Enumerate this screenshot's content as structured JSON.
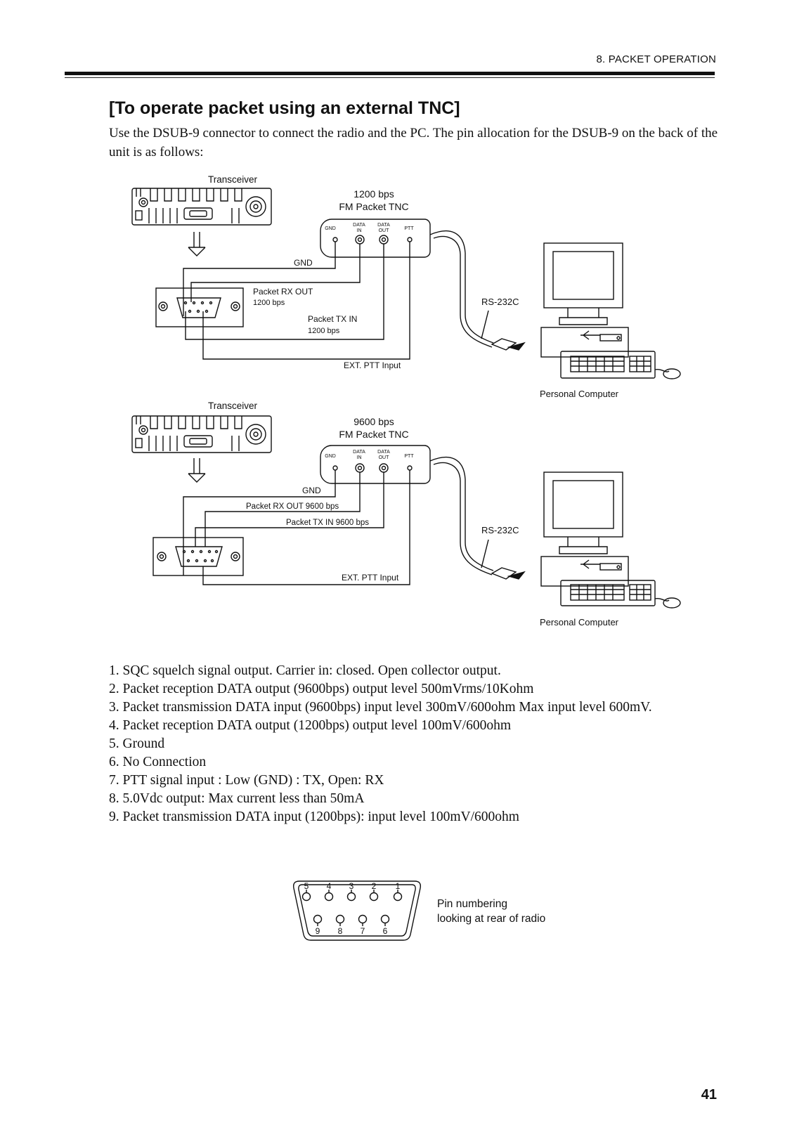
{
  "header": {
    "section": "8. PACKET OPERATION"
  },
  "title": "[To operate packet using an external TNC]",
  "intro": "Use the DSUB-9 connector to connect the radio and the PC. The pin allocation for the DSUB-9 on the back of the unit is as follows:",
  "diagrams": [
    {
      "transceiver_label": "Transceiver",
      "tnc_speed": "1200 bps",
      "tnc_name": "FM Packet TNC",
      "pins": {
        "gnd": "GND",
        "data": "DATA",
        "in": "IN",
        "out": "OUT",
        "ptt": "PTT"
      },
      "gnd_label": "GND",
      "rx_out_label": "Packet RX OUT",
      "rx_out_speed": "1200 bps",
      "tx_in_label": "Packet TX IN",
      "tx_in_speed": "1200 bps",
      "ptt_label": "EXT. PTT Input",
      "rs232_label": "RS-232C",
      "pc_label": "Personal Computer"
    },
    {
      "transceiver_label": "Transceiver",
      "tnc_speed": "9600 bps",
      "tnc_name": "FM Packet TNC",
      "pins": {
        "gnd": "GND",
        "data": "DATA",
        "in": "IN",
        "out": "OUT",
        "ptt": "PTT"
      },
      "gnd_label": "GND",
      "rx_out_label": "Packet RX OUT 9600 bps",
      "tx_in_label": "Packet TX IN 9600 bps",
      "ptt_label": "EXT. PTT Input",
      "rs232_label": "RS-232C",
      "pc_label": "Personal Computer"
    }
  ],
  "pin_descriptions": [
    "1. SQC squelch signal output. Carrier in: closed. Open collector output.",
    "2. Packet reception DATA output (9600bps) output level 500mVrms/10Kohm",
    "3. Packet transmission DATA input (9600bps) input level 300mV/600ohm Max input level 600mV.",
    "4. Packet reception DATA output (1200bps) output level 100mV/600ohm",
    "5. Ground",
    "6. No Connection",
    "7. PTT signal input : Low (GND) : TX, Open: RX",
    "8. 5.0Vdc output: Max current less than 50mA",
    "9. Packet transmission DATA input (1200bps): input level 100mV/600ohm"
  ],
  "connector": {
    "top_row_numbers": [
      "5",
      "4",
      "3",
      "2",
      "1"
    ],
    "bottom_row_numbers": [
      "9",
      "8",
      "7",
      "6"
    ],
    "caption_line1": "Pin numbering",
    "caption_line2": "looking at rear of radio"
  },
  "page_number": "41"
}
